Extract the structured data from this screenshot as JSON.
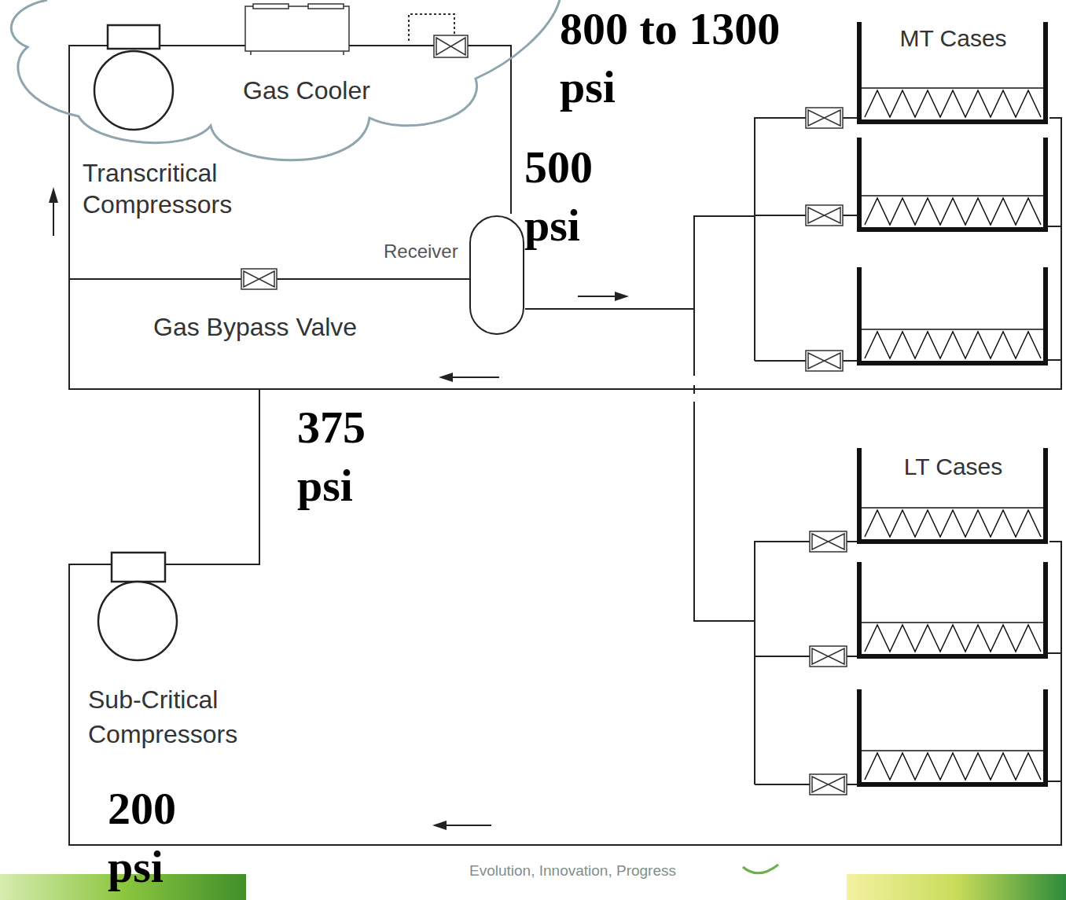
{
  "diagram": {
    "nodes": [
      {
        "text": [
          "Transcritical Compressors"
        ]
      },
      {
        "text": [
          "Gas Cooler"
        ]
      },
      {
        "text": [
          "Receiver"
        ]
      },
      {
        "text": [
          "MT Cases"
        ]
      },
      {
        "text": [
          "LT Cases"
        ]
      },
      {
        "text": [
          "Sub-Critical Compressors"
        ]
      }
    ],
    "edges": [
      {
        "from": 0,
        "to": 1,
        "arrow": "none"
      },
      {
        "from": 1,
        "to": 2,
        "arrow": "none"
      },
      {
        "from": 2,
        "to": 3,
        "arrow": "none"
      },
      {
        "from": 2,
        "to": 4,
        "arrow": "none"
      },
      {
        "from": 3,
        "to": 0,
        "arrow": "none"
      },
      {
        "from": 4,
        "to": 5,
        "arrow": "none"
      },
      {
        "from": 5,
        "to": 0,
        "arrow": "none"
      }
    ],
    "labels": [
      "800 to 1300 psi",
      "500 psi",
      "Gas Bypass Valve",
      "375 psi",
      "200 psi",
      "Evolution, Innovation, Progress"
    ]
  }
}
